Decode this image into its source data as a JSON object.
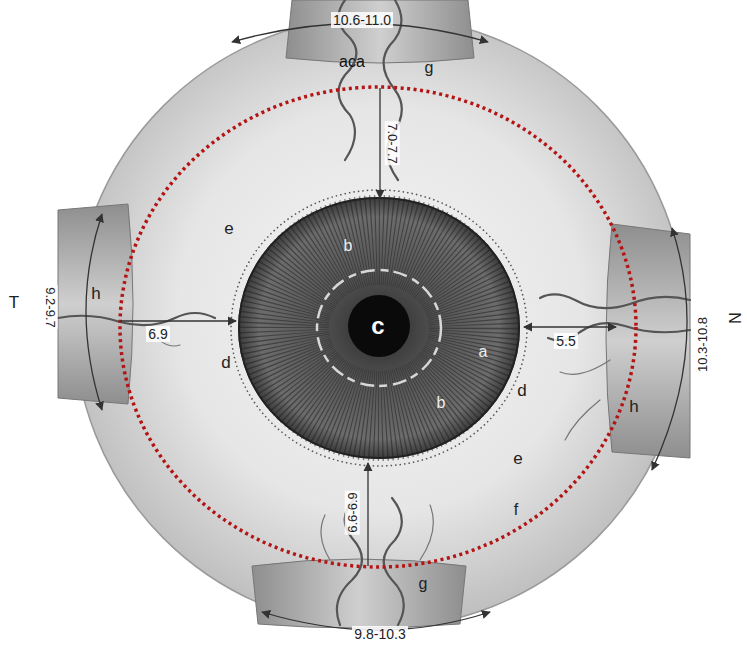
{
  "diagram": {
    "labels": [
      "10.6-11.0",
      "aca",
      "g",
      "7.0-7.7",
      "e",
      "b",
      "c",
      "T",
      "9.2-9.7",
      "h",
      "6.9",
      "d",
      "a",
      "5.5",
      "d",
      "N",
      "10.3-10.8",
      "h",
      "b",
      "e",
      "f",
      "6.6-6.9",
      "g",
      "9.8-10.3"
    ]
  }
}
